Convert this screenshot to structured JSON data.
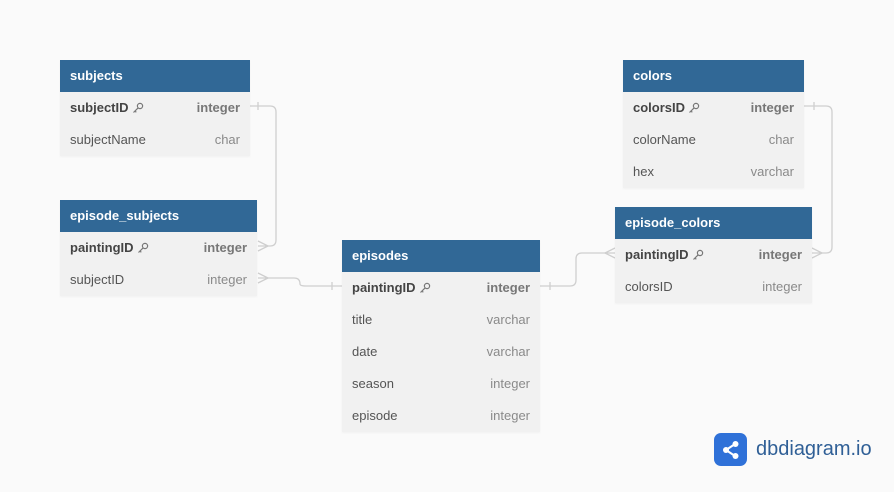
{
  "brand": {
    "name": "dbdiagram.io",
    "color": "#2f71d8"
  },
  "colors": {
    "header_bg": "#316896",
    "row_bg": "#f1f1f1",
    "connector": "#cfcfcf"
  },
  "tables": {
    "subjects": {
      "name": "subjects",
      "columns": [
        {
          "name": "subjectID",
          "type": "integer",
          "pk": true
        },
        {
          "name": "subjectName",
          "type": "char"
        }
      ]
    },
    "colors": {
      "name": "colors",
      "columns": [
        {
          "name": "colorsID",
          "type": "integer",
          "pk": true
        },
        {
          "name": "colorName",
          "type": "char"
        },
        {
          "name": "hex",
          "type": "varchar"
        }
      ]
    },
    "episode_subjects": {
      "name": "episode_subjects",
      "columns": [
        {
          "name": "paintingID",
          "type": "integer",
          "pk": true
        },
        {
          "name": "subjectID",
          "type": "integer"
        }
      ]
    },
    "episode_colors": {
      "name": "episode_colors",
      "columns": [
        {
          "name": "paintingID",
          "type": "integer",
          "pk": true
        },
        {
          "name": "colorsID",
          "type": "integer"
        }
      ]
    },
    "episodes": {
      "name": "episodes",
      "columns": [
        {
          "name": "paintingID",
          "type": "integer",
          "pk": true
        },
        {
          "name": "title",
          "type": "varchar"
        },
        {
          "name": "date",
          "type": "varchar"
        },
        {
          "name": "season",
          "type": "integer"
        },
        {
          "name": "episode",
          "type": "integer"
        }
      ]
    }
  },
  "relationships": [
    {
      "from": "subjects.subjectID",
      "to": "episode_subjects.paintingID",
      "from_card": "one",
      "to_card": "many"
    },
    {
      "from": "episode_subjects.subjectID",
      "to": "episodes.paintingID",
      "from_card": "many",
      "to_card": "one"
    },
    {
      "from": "episodes.paintingID",
      "to": "episode_colors.paintingID",
      "from_card": "one",
      "to_card": "many"
    },
    {
      "from": "colors.colorsID",
      "to": "episode_colors.paintingID",
      "from_card": "one",
      "to_card": "many"
    }
  ]
}
